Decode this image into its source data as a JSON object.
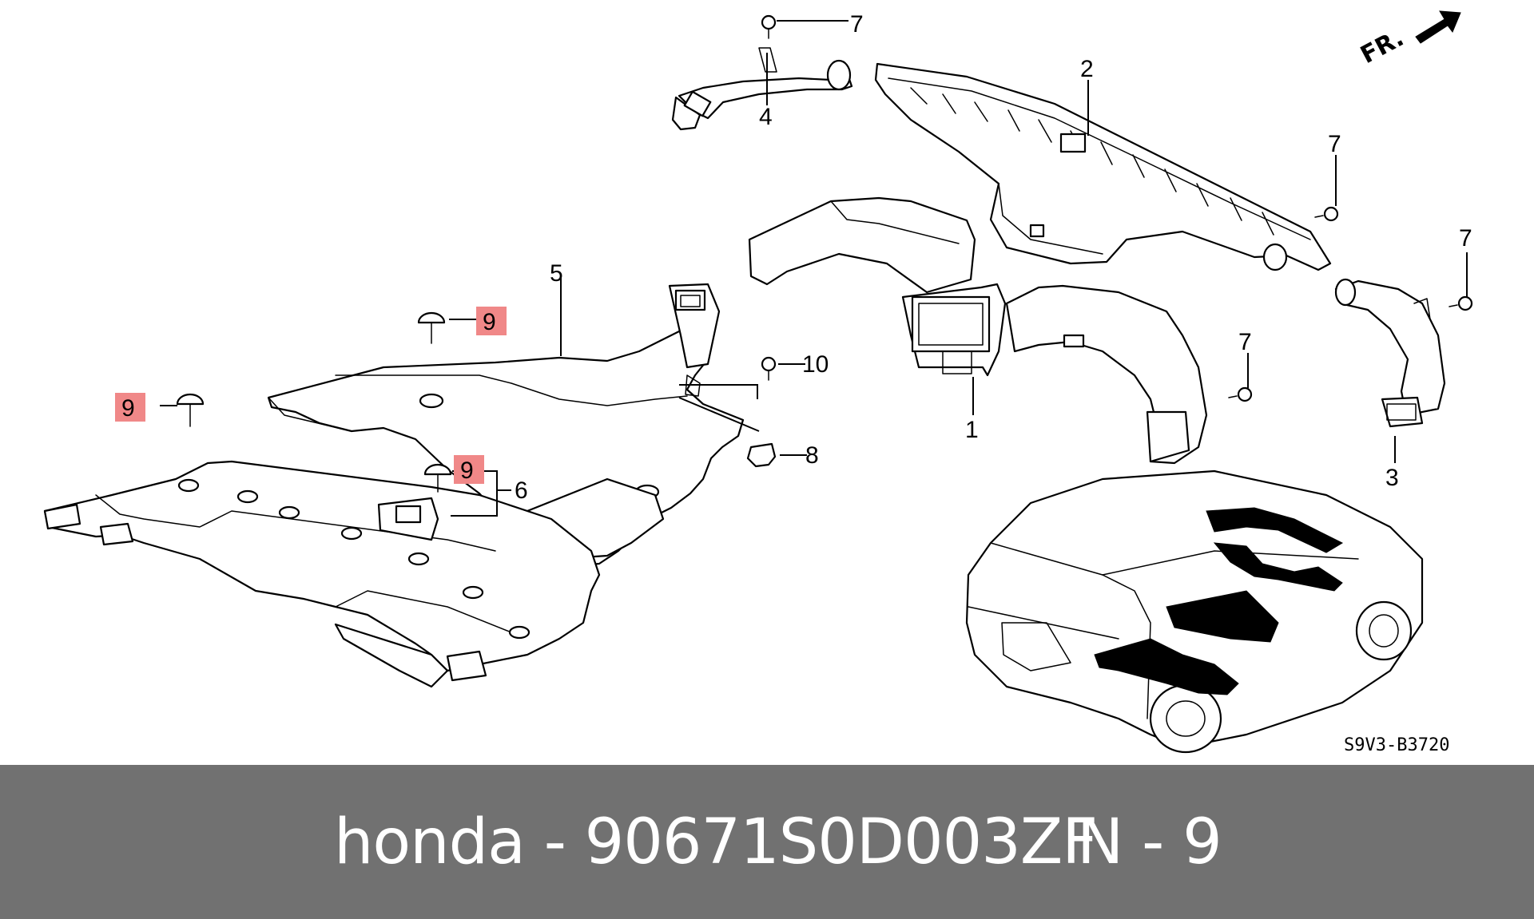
{
  "diagram": {
    "code": "S9V3-B3720",
    "direction_label": "FR.",
    "callouts": {
      "p1": "1",
      "p2": "2",
      "p3": "3",
      "p4": "4",
      "p5": "5",
      "p6": "6",
      "p7": "7",
      "p8": "8",
      "p9": "9",
      "p10": "10"
    },
    "highlight_color": "#f08888"
  },
  "footer": {
    "part_text": "honda - 90671S0D003ZF",
    "ref_text": "N - 9",
    "background": "#717171"
  }
}
